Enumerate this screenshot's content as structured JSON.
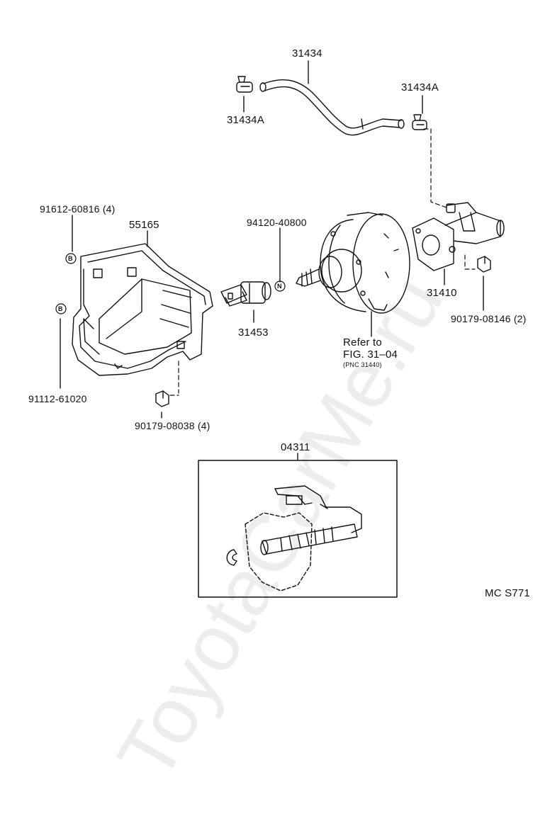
{
  "labels": {
    "p31434": "31434",
    "p31434A_left": "31434A",
    "p31434A_right": "31434A",
    "p91612": "91612-60816 (4)",
    "p55165": "55165",
    "p94120": "94120-40800",
    "p31410": "31410",
    "p31453": "31453",
    "p90179_08146": "90179-08146 (2)",
    "refer_line1": "Refer to",
    "refer_line2": "FIG. 31–04",
    "refer_line3": "(PNC 31440)",
    "p91112": "91112-61020",
    "p90179_08038": "90179-08038 (4)",
    "p04311": "04311",
    "figure_code": "MC S771"
  },
  "markers": {
    "b_upper": "B",
    "b_lower": "B",
    "n": "N"
  },
  "watermark": "ToyotaCarMe.ru"
}
